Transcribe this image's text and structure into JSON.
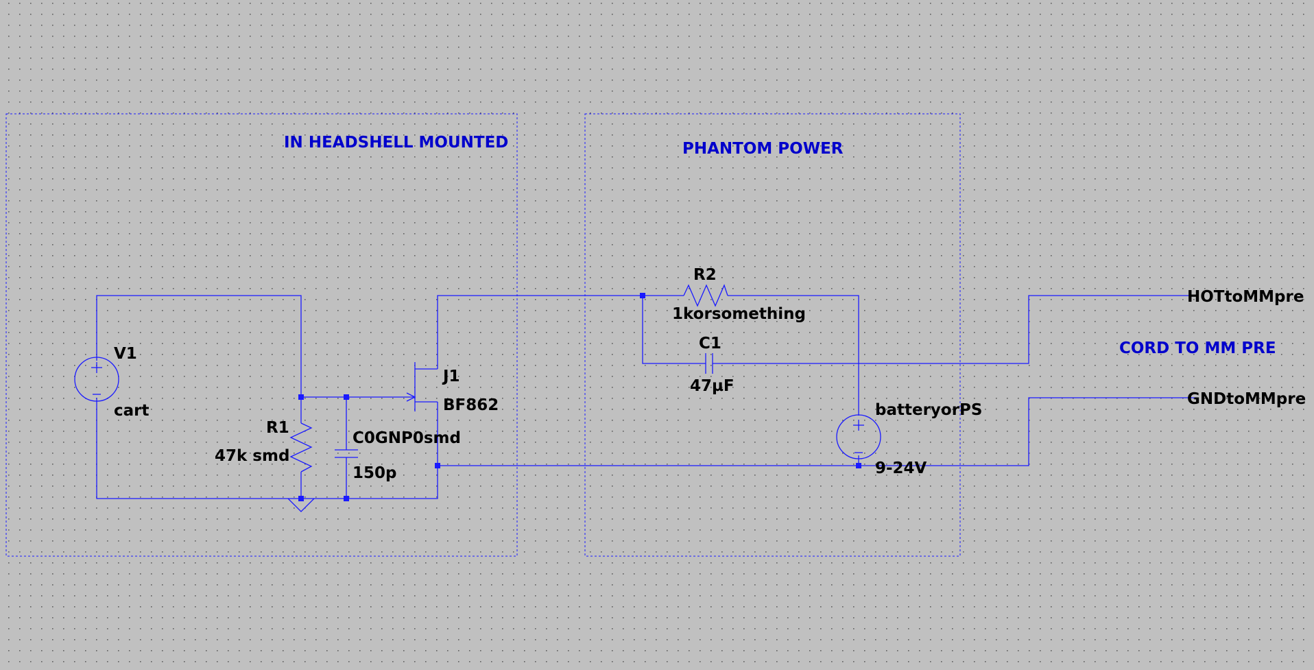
{
  "colors": {
    "background": "#c0c0c0",
    "wire": "#1a1aff",
    "comment_text": "#0000cc",
    "label_text": "#000000"
  },
  "regions": {
    "headshell": {
      "title": "IN HEADSHELL MOUNTED"
    },
    "phantom": {
      "title": "PHANTOM POWER"
    },
    "cord": {
      "title": "CORD TO MM PRE"
    }
  },
  "components": {
    "v1": {
      "ref": "V1",
      "value": "cart",
      "icon": "voltage-source-icon"
    },
    "r1": {
      "ref": "R1",
      "value": "47k smd",
      "icon": "resistor-icon"
    },
    "c_bypass": {
      "value_line1": "C0GNP0smd",
      "value_line2": "150p",
      "icon": "capacitor-icon"
    },
    "j1": {
      "ref": "J1",
      "value": "BF862",
      "icon": "jfet-icon"
    },
    "r2": {
      "ref": "R2",
      "value": "1korsomething",
      "icon": "resistor-icon"
    },
    "c1": {
      "ref": "C1",
      "value": "47µF",
      "icon": "capacitor-icon"
    },
    "vbat": {
      "ref": "batteryorPS",
      "value": "9-24V",
      "icon": "voltage-source-icon"
    }
  },
  "nets": {
    "hot": "HOTtoMMpre",
    "gnd": "GNDtoMMpre"
  }
}
